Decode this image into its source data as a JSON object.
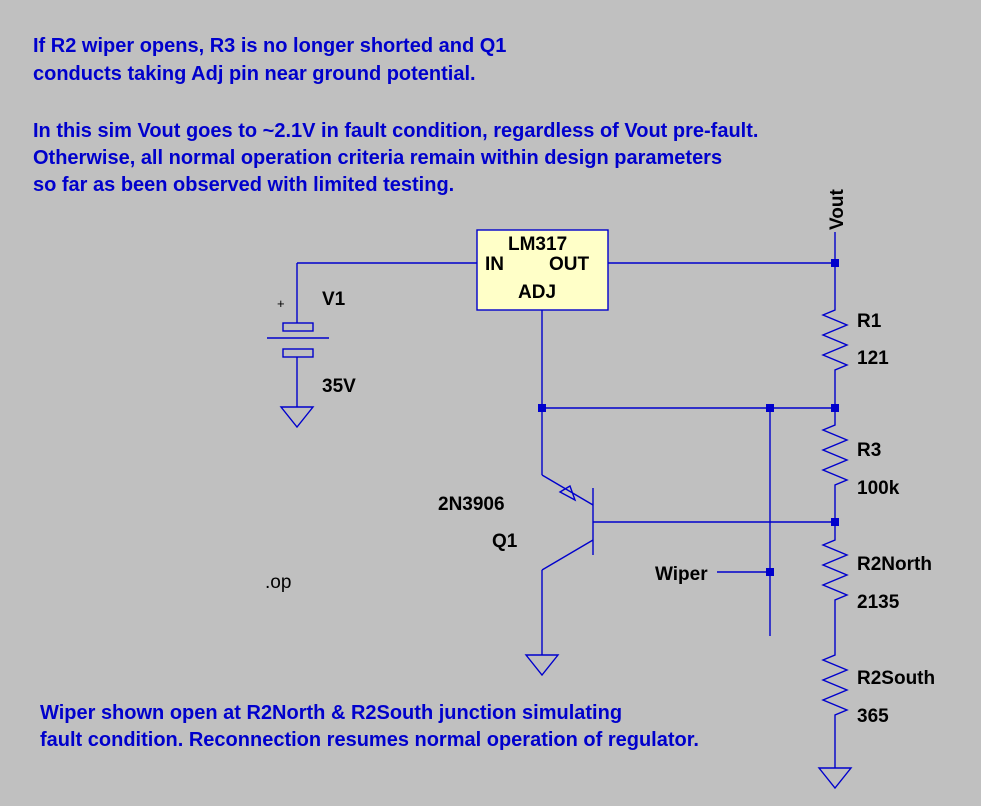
{
  "notes": {
    "top_line1": "If R2 wiper opens, R3 is no longer shorted and Q1",
    "top_line2": "conducts taking Adj pin near ground potential.",
    "mid_line1": "In this sim Vout goes to ~2.1V in fault condition, regardless of Vout pre-fault.",
    "mid_line2": "Otherwise, all normal operation  criteria remain within design parameters",
    "mid_line3": "so far as been observed with limited testing.",
    "bottom_line1": "Wiper shown open at R2North & R2South junction simulating",
    "bottom_line2": "fault condition. Reconnection resumes normal operation of regulator."
  },
  "regulator": {
    "name": "LM317",
    "pin_in": "IN",
    "pin_out": "OUT",
    "pin_adj": "ADJ",
    "fill_color": "#ffffc8"
  },
  "source": {
    "name": "V1",
    "value": "35V",
    "plus_sign": "+"
  },
  "transistor": {
    "model": "2N3906",
    "name": "Q1"
  },
  "resistors": {
    "r1": {
      "name": "R1",
      "value": "121"
    },
    "r3": {
      "name": "R3",
      "value": "100k"
    },
    "r2n": {
      "name": "R2North",
      "value": "2135"
    },
    "r2s": {
      "name": "R2South",
      "value": "365"
    }
  },
  "net_labels": {
    "vout": "Vout",
    "wiper": "Wiper"
  },
  "directive": ".op",
  "colors": {
    "background": "#c0c0c0",
    "wire": "#0000cc",
    "note_text": "#0000cc"
  }
}
